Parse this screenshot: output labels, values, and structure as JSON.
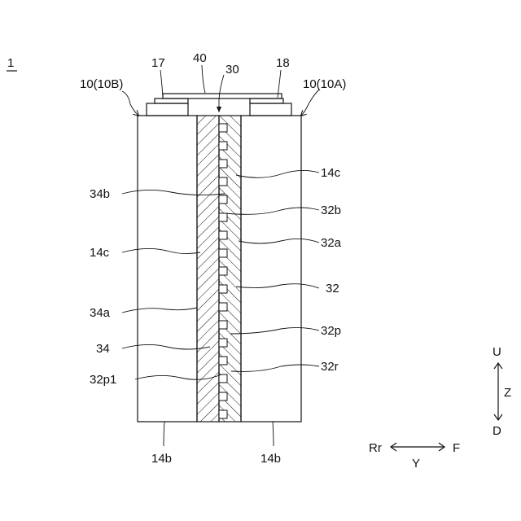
{
  "figure": {
    "figure_number": "1",
    "labels": {
      "battery_b": "10(10B)",
      "battery_a": "10(10A)",
      "terminal_17": "17",
      "bus_40": "40",
      "gap_30": "30",
      "terminal_18": "18",
      "face_14c_right": "14c",
      "sheet_34b": "34b",
      "layer_32b": "32b",
      "face_14c_left": "14c",
      "layer_32a": "32a",
      "plate_32": "32",
      "sheet_34a": "34a",
      "protrusion_32p": "32p",
      "sheet_34": "34",
      "recess_32r": "32r",
      "protrusion_32p1": "32p1",
      "bottom_14b_left": "14b",
      "bottom_14b_right": "14b"
    },
    "axes": {
      "up": "U",
      "down": "D",
      "vertical_axis": "Z",
      "rear": "Rr",
      "front": "F",
      "horizontal_axis": "Y"
    }
  }
}
